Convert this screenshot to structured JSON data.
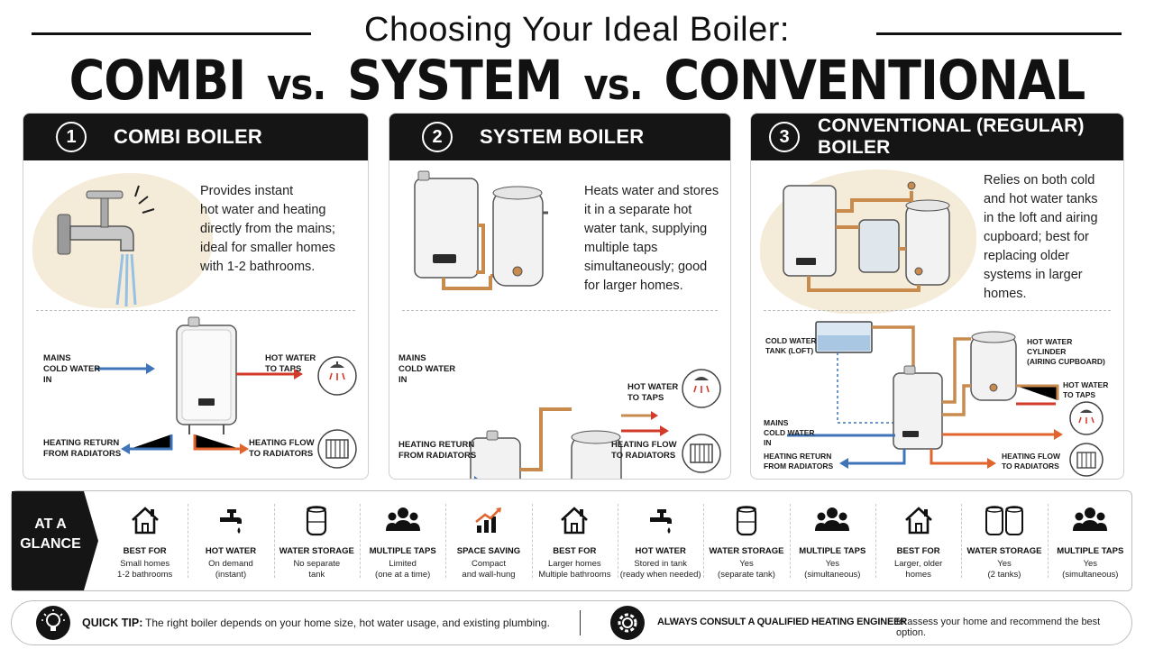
{
  "header": {
    "subtitle": "Choosing Your Ideal Boiler:",
    "title_part1": "COMBI",
    "vs1": "vs.",
    "title_part2": "SYSTEM",
    "vs2": "vs.",
    "title_part3": "CONVENTIONAL"
  },
  "panels": [
    {
      "number": "1",
      "title": "COMBI BOILER",
      "description": [
        "Provides instant",
        "hot water and heating",
        "directly from the mains;",
        "ideal for smaller homes",
        "with 1-2 bathrooms."
      ],
      "labels": {
        "mains": [
          "MAINS",
          "COLD WATER",
          "IN"
        ],
        "hot": [
          "HOT WATER",
          "TO TAPS"
        ],
        "ret": [
          "HEATING RETURN",
          "FROM RADIATORS"
        ],
        "flow": [
          "HEATING FLOW",
          "TO RADIATORS"
        ]
      }
    },
    {
      "number": "2",
      "title": "SYSTEM BOILER",
      "description": [
        "Heats water and stores",
        "it in a separate hot",
        "water tank, supplying",
        "multiple taps",
        "simultaneously; good",
        "for larger homes."
      ],
      "labels": {
        "mains": [
          "MAINS",
          "COLD WATER",
          "IN"
        ],
        "hot": [
          "HOT WATER",
          "TO TAPS"
        ],
        "ret": [
          "HEATING RETURN",
          "FROM RADIATORS"
        ],
        "flow": [
          "HEATING FLOW",
          "TO RADIATORS"
        ]
      }
    },
    {
      "number": "3",
      "title": "CONVENTIONAL (REGULAR) BOILER",
      "description": [
        "Relies on both cold",
        "and hot water tanks",
        "in the loft and airing",
        "cupboard; best for",
        "replacing older",
        "systems in larger",
        "homes."
      ],
      "labels": {
        "tank": [
          "COLD WATER",
          "TANK (LOFT)"
        ],
        "cyl": [
          "HOT WATER",
          "CYLINDER",
          "(AIRING CUPBOARD)"
        ],
        "hot": [
          "HOT WATER",
          "TO TAPS"
        ],
        "mains": [
          "MAINS",
          "COLD WATER",
          "IN"
        ],
        "ret": [
          "HEATING RETURN",
          "FROM RADIATORS"
        ],
        "flow": [
          "HEATING FLOW",
          "TO RADIATORS"
        ]
      }
    }
  ],
  "glance": {
    "badge": [
      "AT A",
      "GLANCE"
    ],
    "items": [
      {
        "icon": "house-icon",
        "title": "BEST FOR",
        "lines": [
          "Small homes",
          "1-2 bathrooms"
        ]
      },
      {
        "icon": "tap-icon",
        "title": "HOT WATER",
        "lines": [
          "On demand",
          "(instant)"
        ]
      },
      {
        "icon": "tank-icon",
        "title": "WATER STORAGE",
        "lines": [
          "No separate",
          "tank"
        ]
      },
      {
        "icon": "people-icon",
        "title": "MULTIPLE TAPS",
        "lines": [
          "Limited",
          "(one at a time)"
        ]
      },
      {
        "icon": "chart-icon",
        "title": "SPACE SAVING",
        "lines": [
          "Compact",
          "and wall-hung"
        ]
      },
      {
        "icon": "house-icon",
        "title": "BEST FOR",
        "lines": [
          "Larger homes",
          "Multiple bathrooms"
        ]
      },
      {
        "icon": "tap-icon",
        "title": "HOT WATER",
        "lines": [
          "Stored in tank",
          "(ready when needed)"
        ]
      },
      {
        "icon": "tank-icon",
        "title": "WATER STORAGE",
        "lines": [
          "Yes",
          "(separate tank)"
        ]
      },
      {
        "icon": "people-icon",
        "title": "MULTIPLE TAPS",
        "lines": [
          "Yes",
          "(simultaneous)"
        ]
      },
      {
        "icon": "house-icon",
        "title": "BEST FOR",
        "lines": [
          "Larger, older",
          "homes"
        ]
      },
      {
        "icon": "two-tanks-icon",
        "title": "WATER STORAGE",
        "lines": [
          "Yes",
          "(2 tanks)"
        ]
      },
      {
        "icon": "people-icon",
        "title": "MULTIPLE TAPS",
        "lines": [
          "Yes",
          "(simultaneous)"
        ]
      }
    ]
  },
  "footer": {
    "tip_label": "QUICK TIP:",
    "tip_text": "The right boiler depends on your home size, hot water usage, and existing plumbing.",
    "consult_label": "ALWAYS CONSULT A QUALIFIED HEATING ENGINEER",
    "consult_text": "to assess your home and recommend the best option."
  },
  "colors": {
    "dark": "#151515",
    "cold_blue": "#3f74b8",
    "hot_red": "#d23a2a",
    "flow_orange": "#e0642c",
    "copper": "#c98a4e",
    "cream": "#f4ecd8"
  }
}
